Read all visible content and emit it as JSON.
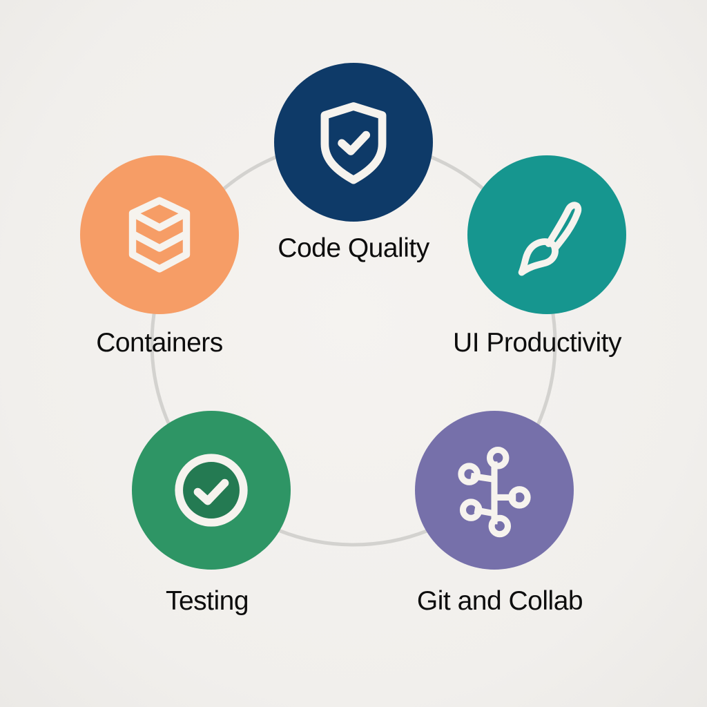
{
  "diagram": {
    "type": "cycle",
    "ring_color": "#d3d2cf",
    "background": "#f2f0ed",
    "nodes": [
      {
        "id": "code-quality",
        "label": "Code Quality",
        "icon": "shield-check-icon",
        "color": "#0e3a68"
      },
      {
        "id": "ui-productivity",
        "label": "UI Productivity",
        "icon": "paintbrush-icon",
        "color": "#16968f"
      },
      {
        "id": "git-and-collab",
        "label": "Git and Collab",
        "icon": "git-branch-network-icon",
        "color": "#7670aa"
      },
      {
        "id": "testing",
        "label": "Testing",
        "icon": "check-circle-icon",
        "color": "#2e9565"
      },
      {
        "id": "containers",
        "label": "Containers",
        "icon": "stacked-layers-icon",
        "color": "#f69d66"
      }
    ]
  }
}
